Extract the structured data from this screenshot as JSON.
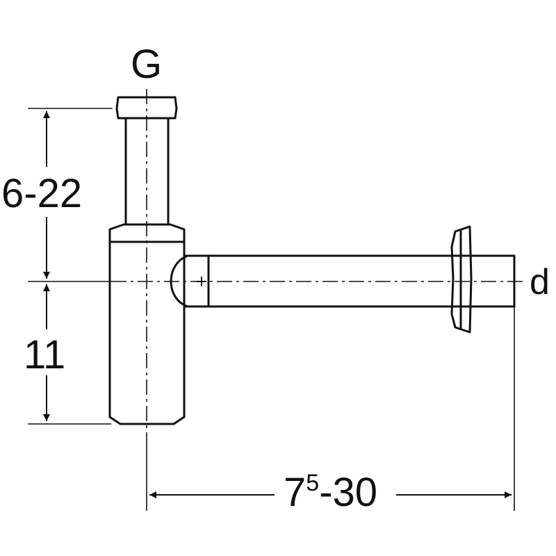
{
  "labels": {
    "thread": "G",
    "outlet_diameter": "d",
    "upper_height": "6-22",
    "lower_height": "11",
    "horizontal_base": "7",
    "horizontal_sup": "5",
    "horizontal_rest": "-30"
  },
  "colors": {
    "line": "#111111",
    "background": "#ffffff"
  }
}
